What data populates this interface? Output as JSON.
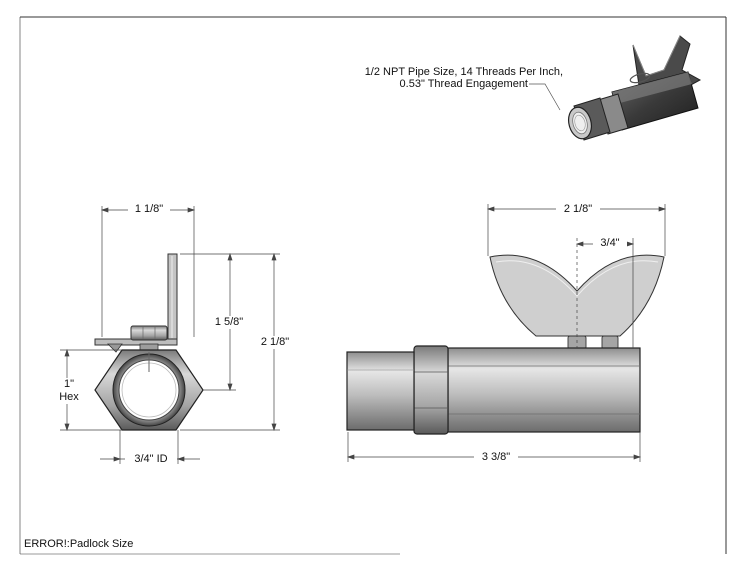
{
  "callout": {
    "line1": "1/2 NPT Pipe Size, 14 Threads Per Inch,",
    "line2": "0.53\" Thread Engagement"
  },
  "dimensions": {
    "front_width": "1 1/8\"",
    "front_height_inner": "1 5/8\"",
    "front_height_outer": "2 1/8\"",
    "hex_line1": "1\"",
    "hex_line2": "Hex",
    "inner_diameter": "3/4\" ID",
    "side_top_width": "2 1/8\"",
    "side_offset": "3/4\"",
    "side_overall_length": "3 3/8\""
  },
  "title_block": {
    "label": "ERROR!:Padlock Size"
  },
  "colors": {
    "line": "#1a1a1a",
    "part_light": "#cfcfcf",
    "part_mid": "#a9a9a9",
    "part_dark": "#5e5e5e",
    "border": "#333333"
  }
}
